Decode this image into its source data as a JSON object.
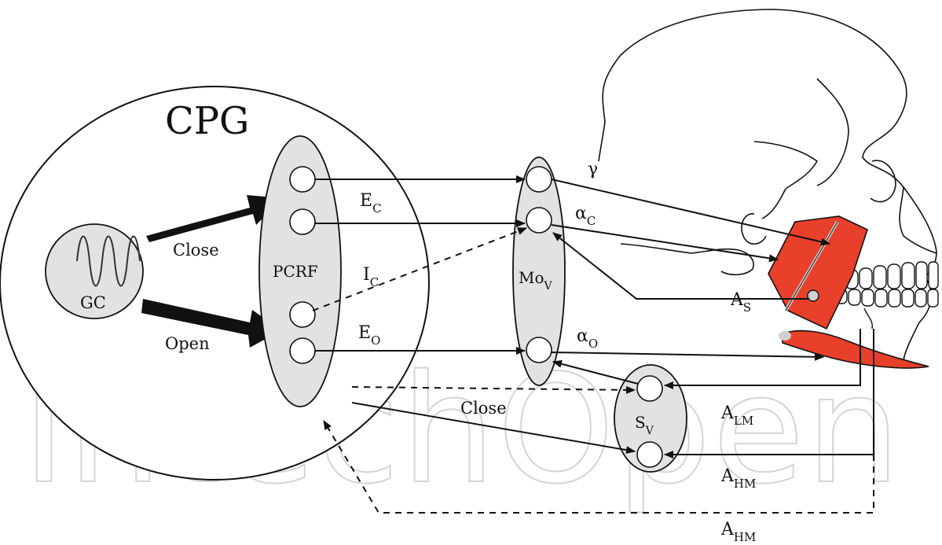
{
  "watermark": "IntechOpen",
  "colors": {
    "muscle": "#e8402a",
    "node_fill": "#e2e2e2",
    "line": "#111111"
  },
  "cpg": {
    "title": "CPG"
  },
  "gc": {
    "label": "GC"
  },
  "pcrf": {
    "label": "PCRF"
  },
  "mov": {
    "label_main": "Mo",
    "label_sub": "V"
  },
  "sv": {
    "label_main": "S",
    "label_sub": "V"
  },
  "arrows": {
    "close": "Close",
    "open": "Open",
    "close_sv": "Close"
  },
  "signals": {
    "gamma": "γ",
    "ec": {
      "main": "E",
      "sub": "C"
    },
    "ic": {
      "main": "I",
      "sub": "C"
    },
    "eo": {
      "main": "E",
      "sub": "O"
    },
    "alpha_c": {
      "main": "α",
      "sub": "C"
    },
    "alpha_o": {
      "main": "α",
      "sub": "O"
    }
  },
  "afferents": {
    "as": {
      "main": "A",
      "sub": "S"
    },
    "alm": {
      "main": "A",
      "sub": "LM"
    },
    "ahm1": {
      "main": "A",
      "sub": "HM"
    },
    "ahm2": {
      "main": "A",
      "sub": "HM"
    }
  }
}
